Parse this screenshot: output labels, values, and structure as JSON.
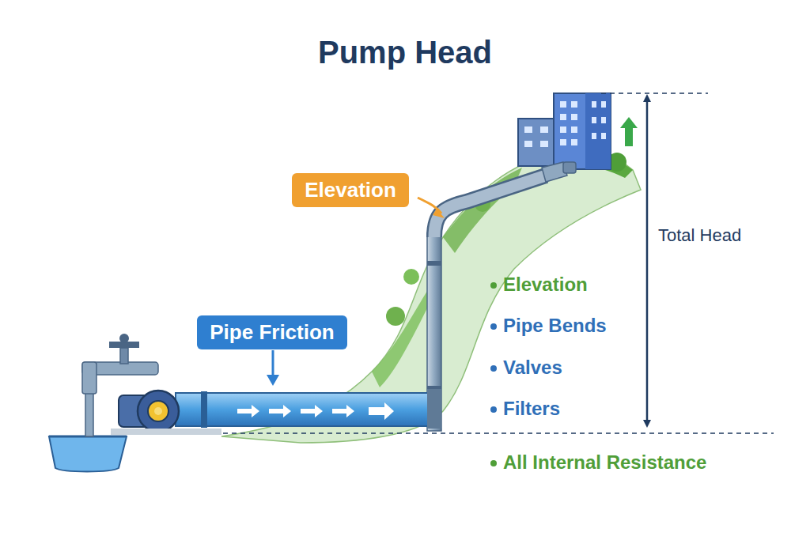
{
  "diagram": {
    "title": "Pump Head",
    "nodes": [
      {
        "text": [
          "Elevation"
        ]
      },
      {
        "text": [
          "Pipe Friction"
        ]
      }
    ],
    "labels": [
      "Total Head",
      "Elevation",
      "Pipe Bends",
      "Valves",
      "Filters",
      "All Internal Resistance"
    ]
  }
}
